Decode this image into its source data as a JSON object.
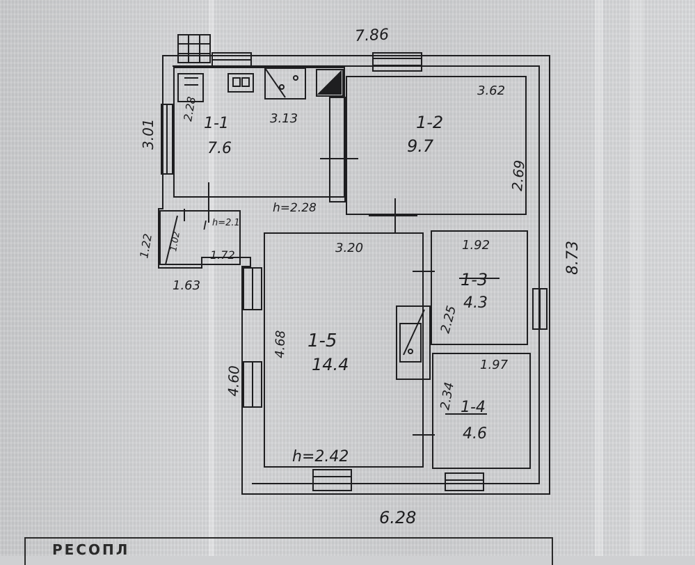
{
  "plan": {
    "labels": {
      "overall_width": "7.86",
      "left_height": "3.01",
      "right_height": "8.73",
      "bottom_width": "6.28",
      "room_11_name": "1-1",
      "room_11_area": "7.6",
      "room_11_width": "3.13",
      "room_11_depth": "2.28",
      "room_11_h": "h=2.28",
      "room_12_name": "1-2",
      "room_12_area": "9.7",
      "room_12_width": "3.62",
      "room_12_depth": "2.69",
      "room_i_name": "I",
      "room_i_h": "h=2.1",
      "room_i_area": "1.72",
      "room_i_side": "1.22",
      "room_i_side2": "1.02",
      "room_i_bottom": "1.63",
      "room_15_name": "1-5",
      "room_15_area": "14.4",
      "room_15_width": "3.20",
      "room_15_depth": "4.68",
      "room_15_h": "h=2.42",
      "left_lower_height": "4.60",
      "room_13_name": "1-3",
      "room_13_area": "4.3",
      "room_13_width": "1.92",
      "room_13_depth": "2.25",
      "room_14_name": "1-4",
      "room_14_area": "4.6",
      "room_14_width": "1.97",
      "room_14_depth": "2.34"
    },
    "stamp_text": "РЕСОПЛ"
  }
}
